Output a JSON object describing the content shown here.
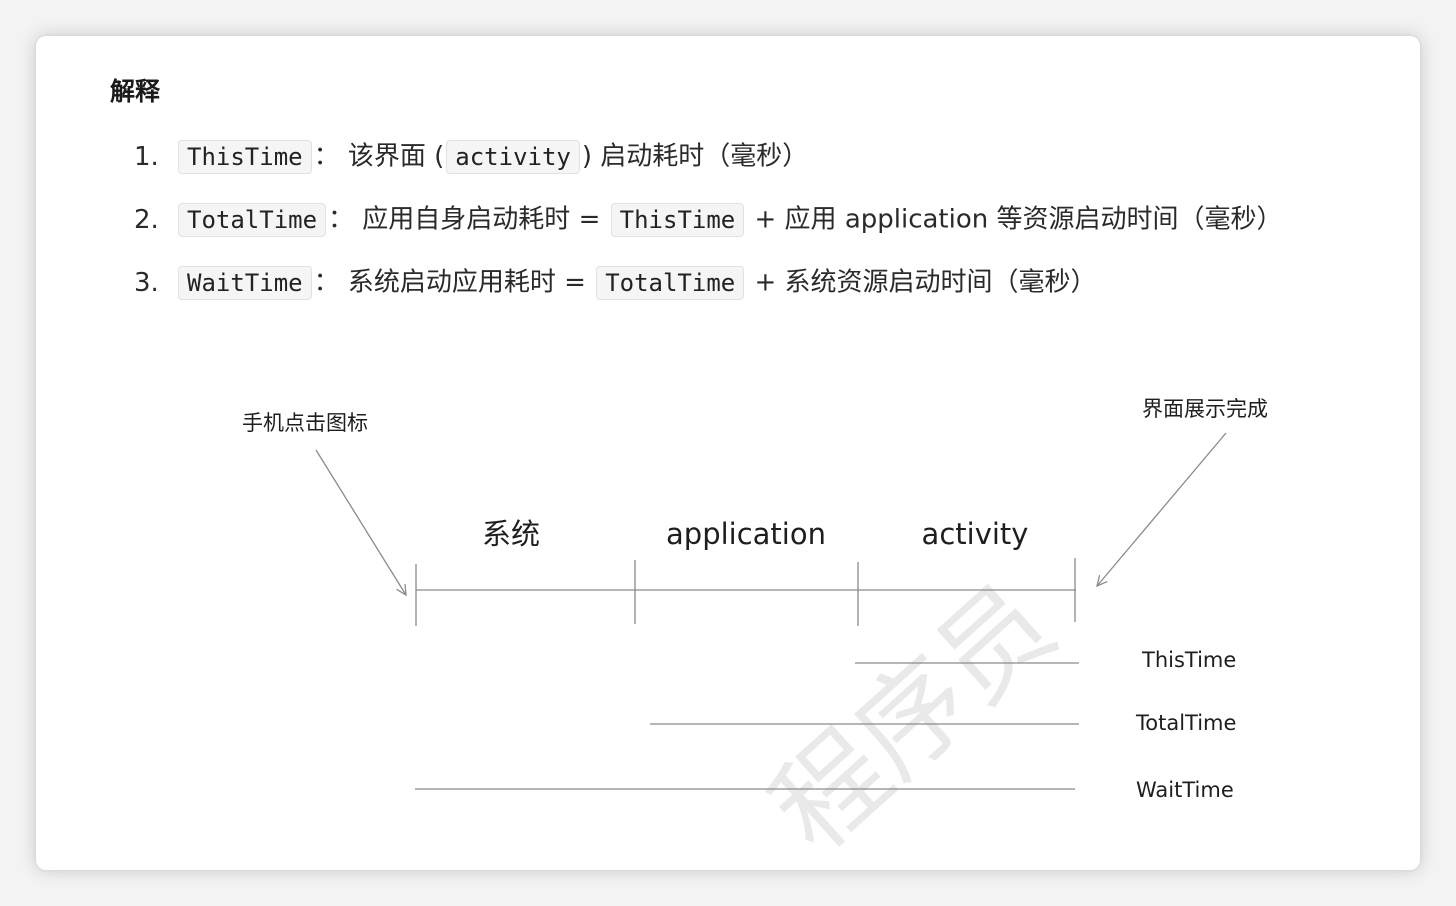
{
  "heading": "解释",
  "items": [
    {
      "number": "1.",
      "code1": "ThisTime",
      "text1": "： 该界面 (",
      "code2": "activity",
      "text2": ") 启动耗时（毫秒）"
    },
    {
      "number": "2.",
      "code1": "TotalTime",
      "text1": "： 应用自身启动耗时 =",
      "code2": "ThisTime",
      "text2": "+ 应用 application 等资源启动时间（毫秒）"
    },
    {
      "number": "3.",
      "code1": "WaitTime",
      "text1": "： 系统启动应用耗时 =",
      "code2": "TotalTime",
      "text2": "+ 系统资源启动时间（毫秒）"
    }
  ],
  "diagram": {
    "start_label": "手机点击图标",
    "end_label": "界面展示完成",
    "segments": [
      "系统",
      "application",
      "activity"
    ],
    "spans": [
      "ThisTime",
      "TotalTime",
      "WaitTime"
    ],
    "watermark": "程序员"
  },
  "colors": {
    "line": "#8a8a8a",
    "code_bg": "#f5f5f5",
    "code_border": "#e2e2e2"
  }
}
